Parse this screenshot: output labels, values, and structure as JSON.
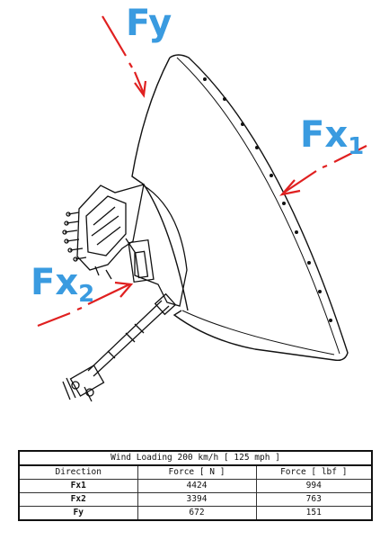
{
  "labels": {
    "fy": "Fy",
    "fx1_base": "Fx",
    "fx1_sub": "1",
    "fx2_base": "Fx",
    "fx2_sub": "2"
  },
  "colors": {
    "label": "#3a9be0",
    "arrow": "#e02020",
    "line": "#111111"
  },
  "table": {
    "title": "Wind Loading 200 km/h [ 125 mph ]",
    "headers": [
      "Direction",
      "Force [ N ]",
      "Force [ lbf ]"
    ],
    "rows": [
      [
        "Fx1",
        "4424",
        "994"
      ],
      [
        "Fx2",
        "3394",
        "763"
      ],
      [
        "Fy",
        "672",
        "151"
      ]
    ]
  }
}
